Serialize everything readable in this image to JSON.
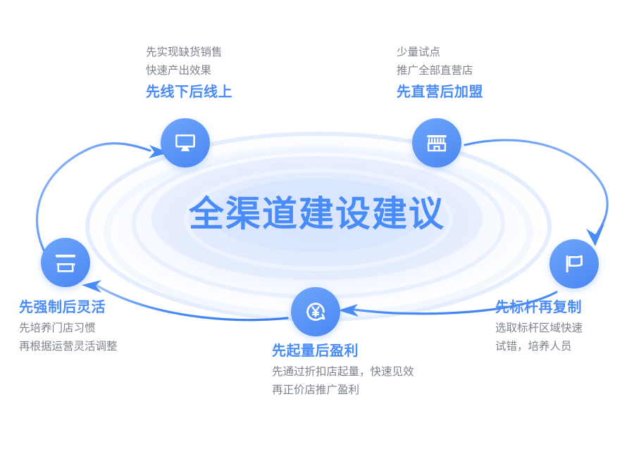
{
  "center": {
    "title": "全渠道建设建议"
  },
  "colors": {
    "accent": "#4a8cf7",
    "icon_fill_light": "#6ea6fb",
    "icon_fill_dark": "#4a86f2",
    "body_text": "#7d828c",
    "ring_light": "#eaf1fe",
    "ring_mid": "#dde8fd",
    "background": "#ffffff"
  },
  "nodes": [
    {
      "id": "online",
      "icon": "monitor-icon",
      "heading": "先线下后线上",
      "lines": [
        "先实现缺货销售",
        "快速产出效果"
      ],
      "position": "top-left"
    },
    {
      "id": "direct",
      "icon": "storefront-icon",
      "heading": "先直营后加盟",
      "lines": [
        "少量试点",
        "推广全部直营店"
      ],
      "position": "top-right"
    },
    {
      "id": "flag",
      "icon": "flag-icon",
      "heading": "先标杆再复制",
      "lines": [
        "选取标杆区域快速",
        "试错，培养人员"
      ],
      "position": "right"
    },
    {
      "id": "yuan",
      "icon": "yuan-currency-icon",
      "heading": "先起量后盈利",
      "lines": [
        "先通过折扣店起量，快速见效",
        "再正价店推广盈利"
      ],
      "position": "bottom-center"
    },
    {
      "id": "store",
      "icon": "shop-awning-icon",
      "heading": "先强制后灵活",
      "lines": [
        "先培养门店习惯",
        "再根据运营灵活调整"
      ],
      "position": "left"
    }
  ],
  "flow": {
    "type": "cycle",
    "direction": "clockwise",
    "arrows": [
      {
        "from": "store",
        "to": "online"
      },
      {
        "from": "direct",
        "to": "flag"
      },
      {
        "from": "flag",
        "to": "yuan"
      },
      {
        "from": "yuan",
        "to": "store"
      }
    ]
  }
}
